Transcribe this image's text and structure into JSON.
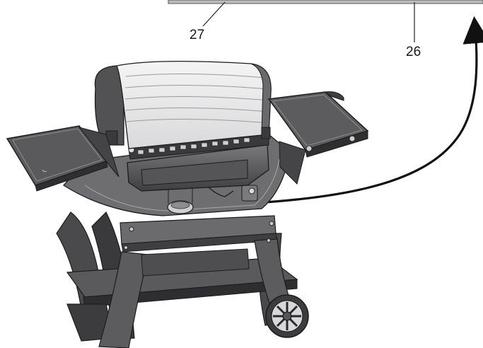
{
  "callouts": [
    {
      "id": "27",
      "label": "27"
    },
    {
      "id": "26",
      "label": "26"
    }
  ],
  "colors": {
    "body_dark": "#4a4a4c",
    "body_mid": "#6b6b6e",
    "body_light": "#8c8c8f",
    "edge_light": "#d4d4d6",
    "lid_top": "#f2f2f2",
    "outline": "#1c1c1c",
    "arrow": "#111111"
  },
  "icons": {
    "wheel": "wheel-icon",
    "arrow": "curved-arrow-icon"
  }
}
